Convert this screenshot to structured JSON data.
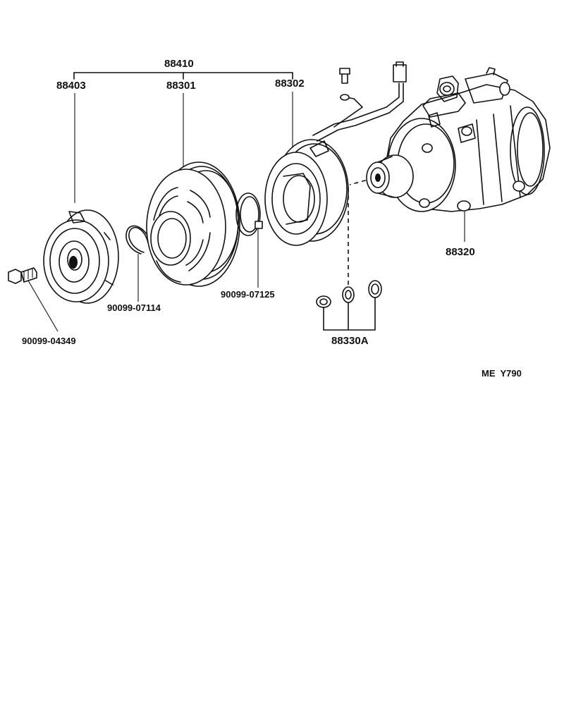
{
  "diagram": {
    "colors": {
      "ink": "#111111",
      "paper": "#ffffff"
    },
    "part_labels": {
      "assembly": "88410",
      "pressure_plate": "88403",
      "rotor_pulley": "88301",
      "stator_coil": "88302",
      "compressor": "88320",
      "bolt": "90099-04349",
      "snap_ring_small": "90099-07114",
      "snap_ring_large": "90099-07125",
      "shims": "88330A"
    },
    "figure_code": "ME  Y790"
  }
}
